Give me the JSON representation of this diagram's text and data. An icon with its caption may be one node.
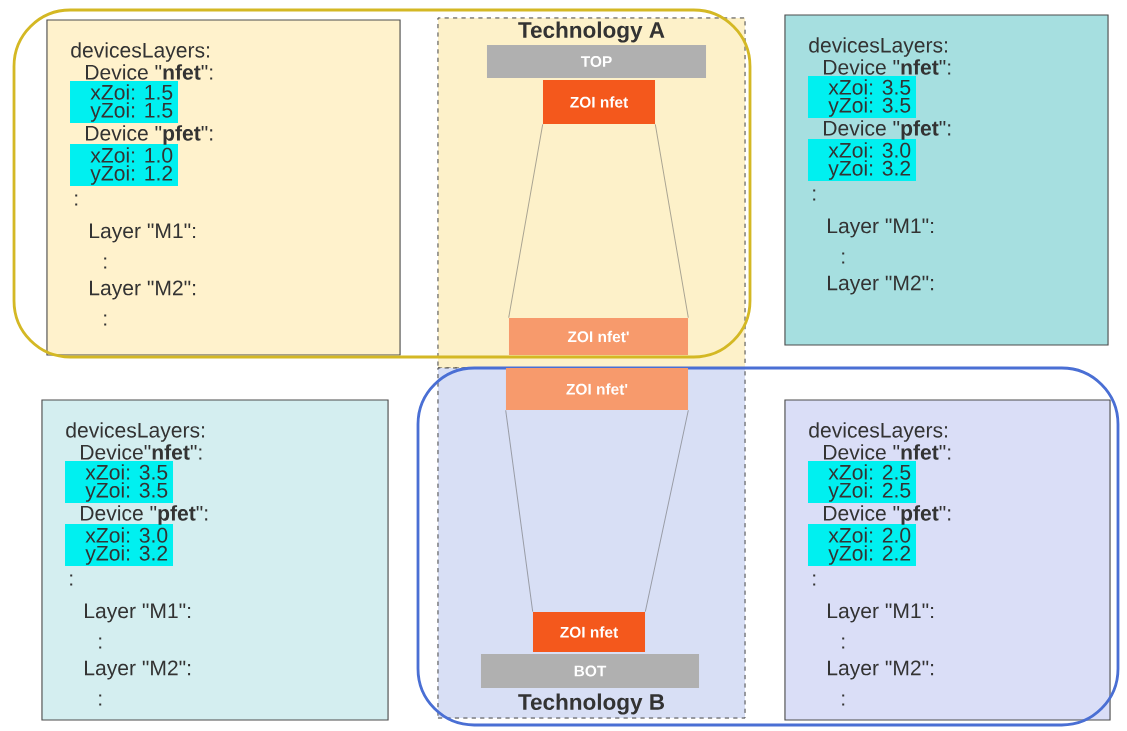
{
  "diagram": {
    "nodes": [
      {
        "text": [
          "devicesLayers:",
          "Device \"**nfet**\":",
          "xZoi: 1.5",
          "yZoi: 1.5",
          "Device \"**pfet**\":",
          "xZoi: 1.0",
          "yZoi: 1.2",
          ":",
          "Layer \"M1\":",
          ":",
          "Layer \"M2\":",
          ":"
        ]
      },
      {
        "text": [
          "Technology A"
        ]
      },
      {
        "text": [
          "TOP"
        ],
        "in": 1
      },
      {
        "text": [
          "ZOI nfet"
        ],
        "in": 1
      },
      {
        "text": [
          "ZOI nfet'"
        ],
        "in": 1
      },
      {
        "text": [
          "devicesLayers:",
          "Device \"**nfet**\":",
          "xZoi: 3.5",
          "yZoi: 3.5",
          "Device \"**pfet**\":",
          "xZoi: 3.0",
          "yZoi: 3.2",
          ":",
          "Layer \"M1\":",
          ":",
          "Layer \"M2\":"
        ]
      },
      {
        "text": [
          "devicesLayers:",
          "Device\"**nfet**\":",
          "xZoi: 3.5",
          "yZoi: 3.5",
          "Device \"**pfet**\":",
          "xZoi: 3.0",
          "yZoi: 3.2",
          ":",
          "Layer \"M1\":",
          ":",
          "Layer \"M2\":",
          ":"
        ]
      },
      {
        "text": [
          "Technology B"
        ]
      },
      {
        "text": [
          "ZOI nfet'"
        ],
        "in": 7
      },
      {
        "text": [
          "ZOI nfet"
        ],
        "in": 7
      },
      {
        "text": [
          "BOT"
        ],
        "in": 7
      },
      {
        "text": [
          "devicesLayers:",
          "Device \"**nfet**\":",
          "xZoi: 2.5",
          "yZoi: 2.5",
          "Device \"**pfet**\":",
          "xZoi: 2.0",
          "yZoi: 2.2",
          ":",
          "Layer \"M1\":",
          ":",
          "Layer \"M2\":",
          ":"
        ]
      }
    ],
    "edges": [
      {
        "from": 3,
        "to": 4,
        "arrow": "none"
      },
      {
        "from": 3,
        "to": 4,
        "arrow": "none"
      },
      {
        "from": 8,
        "to": 9,
        "arrow": "none"
      },
      {
        "from": 8,
        "to": 9,
        "arrow": "none"
      }
    ]
  }
}
